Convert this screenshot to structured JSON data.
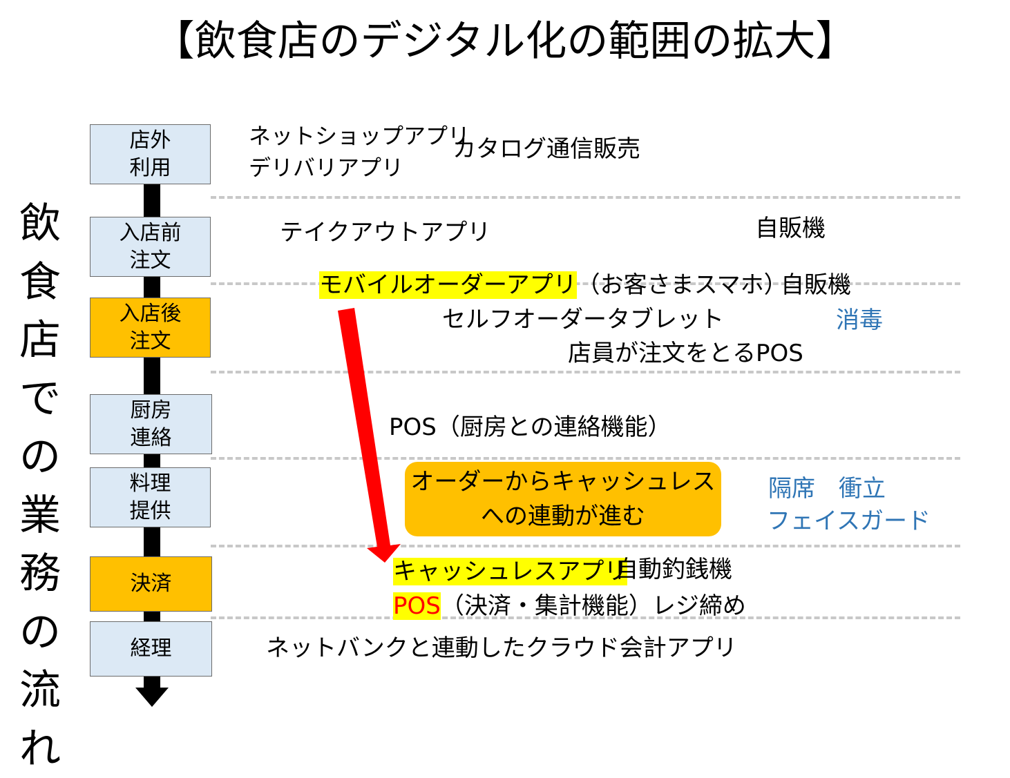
{
  "title": "【飲食店のデジタル化の範囲の拡大】",
  "vertical_label": [
    "飲",
    "食",
    "店",
    "で",
    "の",
    "業",
    "務",
    "の",
    "流",
    "れ"
  ],
  "stages": [
    {
      "lines": [
        "店外",
        "利用"
      ],
      "color": "#dce9f5"
    },
    {
      "lines": [
        "入店前",
        "注文"
      ],
      "color": "#dce9f5"
    },
    {
      "lines": [
        "入店後",
        "注文"
      ],
      "color": "#ffc000"
    },
    {
      "lines": [
        "厨房",
        "連絡"
      ],
      "color": "#dce9f5"
    },
    {
      "lines": [
        "料理",
        "提供"
      ],
      "color": "#dce9f5"
    },
    {
      "lines": [
        "決済"
      ],
      "color": "#ffc000"
    },
    {
      "lines": [
        "経理"
      ],
      "color": "#dce9f5"
    }
  ],
  "items": {
    "net_shop_app": "ネットショップアプリ",
    "delivery_app": "デリバリアプリ",
    "catalog_sales": "カタログ通信販売",
    "takeout_app": "テイクアウトアプリ",
    "vending_1": "自販機",
    "mobile_order_app": "モバイルオーダーアプリ",
    "customer_phone": "（お客さまスマホ）",
    "vending_2": "自販機",
    "self_order_tablet": "セルフオーダータブレット",
    "disinfection": "消毒",
    "staff_pos": "店員が注文をとるPOS",
    "kitchen_pos": "POS（厨房との連絡機能）",
    "cashless_line1": "オーダーからキャッシュレス",
    "cashless_line2": "への連動が進む",
    "partition_line1": "隔席　衝立",
    "partition_line2": "フェイスガード",
    "cashless_app": "キャッシュレスアプリ",
    "auto_change": "自動釣銭機",
    "pos_label": "POS",
    "pos_settlement": "（決済・集計機能）レジ締め",
    "cloud_accounting": "ネットバンクと連動したクラウド会計アプリ"
  },
  "colors": {
    "stage_blue": "#dce9f5",
    "stage_orange": "#ffc000",
    "highlight_yellow": "#ffff00",
    "accent_red": "#ff0000",
    "text_blue": "#2f75b5",
    "dash_gray": "#c8c8c8"
  }
}
